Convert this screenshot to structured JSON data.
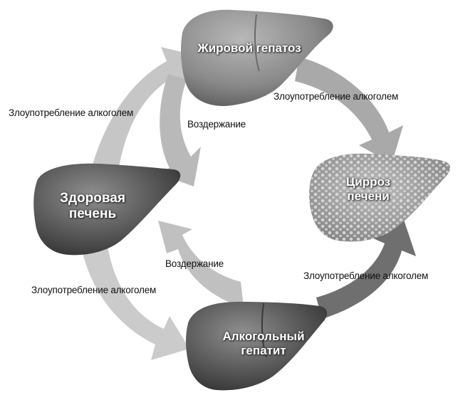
{
  "diagram": {
    "organs": {
      "fatty_liver": "Жировой гепатоз",
      "healthy_liver_line1": "Здоровая",
      "healthy_liver_line2": "печень",
      "cirrhosis_line1": "Цирроз",
      "cirrhosis_line2": "печени",
      "hepatitis_line1": "Алкогольный",
      "hepatitis_line2": "гепатит"
    },
    "edges": {
      "fatty_to_cirrhosis": "Злоупотребление алкоголем",
      "healthy_to_fatty": "Злоупотребление алкоголем",
      "fatty_to_healthy": "Воздержание",
      "hepatitis_to_healthy": "Воздержание",
      "hepatitis_to_cirrhosis": "Злоупотребление алкоголем",
      "healthy_to_hepatitis": "Злоупотребление алкоголем"
    }
  },
  "colors": {
    "arrow": "#bdbdbd",
    "arrow_dark": "#7f7f7f",
    "liver_dark": "#4d4d4d",
    "liver_mid": "#8a8a8a",
    "cirrhosis": "#a8a8a8"
  }
}
